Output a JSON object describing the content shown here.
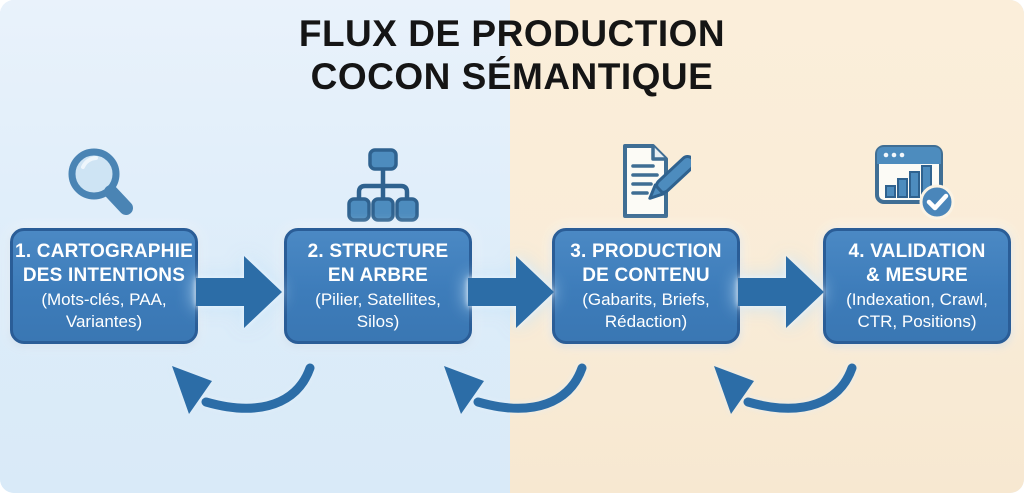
{
  "title": {
    "line1": "FLUX DE PRODUCTION",
    "line2": "COCON SÉMANTIQUE"
  },
  "steps": [
    {
      "icon": "magnifier-icon",
      "heading_line1": "1. CARTOGRAPHIE",
      "heading_line2": "DES INTENTIONS",
      "sub_line1": "(Mots-clés, PAA,",
      "sub_line2": "Variantes)"
    },
    {
      "icon": "tree-structure-icon",
      "heading_line1": "2. STRUCTURE",
      "heading_line2": "EN ARBRE",
      "sub_line1": "(Pilier, Satellites,",
      "sub_line2": "Silos)"
    },
    {
      "icon": "document-pen-icon",
      "heading_line1": "3. PRODUCTION",
      "heading_line2": "DE CONTENU",
      "sub_line1": "(Gabarits, Briefs,",
      "sub_line2": "Rédaction)"
    },
    {
      "icon": "analytics-check-icon",
      "heading_line1": "4. VALIDATION",
      "heading_line2": "& MESURE",
      "sub_line1": "(Indexation, Crawl,",
      "sub_line2": "CTR, Positions)"
    }
  ],
  "colors": {
    "accent_blue": "#3d7cba",
    "box_border": "#2a5d97",
    "arrow": "#2c6da7",
    "bg_left": "#e0edf9",
    "bg_right": "#f9ecd7",
    "title_text": "#151515",
    "box_text": "#ffffff",
    "icon_stroke": "#3f6e94",
    "icon_fill": "#4d8cbe"
  }
}
